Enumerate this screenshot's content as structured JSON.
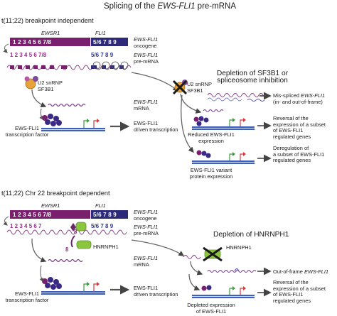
{
  "title_prefix": "Splicing of the ",
  "title_gene": "EWS-FLI1",
  "title_suffix": " pre-mRNA",
  "section1": {
    "label": "t(11;22) breakpoint independent"
  },
  "section2": {
    "label": "t(11;22) Chr 22 breakpoint dependent"
  },
  "genes": {
    "ewsr1": "EWSR1",
    "fli1": "FLI1"
  },
  "exons": {
    "ews_bar": "1 2 3 4 5 6 7/8",
    "fli_bar": "5/6 7 8 9",
    "ews_pre": "1 2 3 4 5 6 7/8",
    "fli_pre": "5/6 7 8 9",
    "ews_pre2": "1 2 3 4 5 6 7",
    "fli_pre2": "5/6 7 8 9",
    "ex8": "8"
  },
  "labels": {
    "oncogene_gene": "EWS-FLI1",
    "oncogene": "oncogene",
    "premrna_gene": "EWS-FLI1",
    "premrna": "pre-mRNA",
    "mrna_gene": "EWS-FLI1",
    "mrna": "mRNA",
    "tf_line1": "EWS-FLI1",
    "tf_line2": "transcription factor",
    "driven_line1": "EWS-FLI1",
    "driven_line2": "driven transcription",
    "u2_line1": "U2 snRNP",
    "u2_line2": "SF3B1",
    "u2x_line1": "U2 snRNP",
    "u2x_line2": "SF3B1",
    "hnrnph1": "HNRNPH1",
    "hnrnph1_x": "HNRNPH1"
  },
  "panel1": {
    "heading_line1": "Depletion of SF3B1 or",
    "heading_line2": "spliceosome inhibition",
    "missplice_line1": "Mis-spliced ",
    "missplice_gene": "EWS-FLI1",
    "missplice_line2": "(in- and out-of-frame)",
    "reduced_line1": "Reduced EWS-FLI1",
    "reduced_line2": "expression",
    "variant_line1": "EWS-FLI1 variant",
    "variant_line2": "protein expression",
    "reversal_line1": "Reversal of the",
    "reversal_line2": "expression of a subset",
    "reversal_line3": "of EWS-FLI1",
    "reversal_line4": "regulated genes",
    "dereg_line1": "Deregulation of",
    "dereg_line2": "a subset of EWS-FLI1",
    "dereg_line3": "regulated genes"
  },
  "panel2": {
    "heading": "Depletion of HNRNPH1",
    "outframe_prefix": "Out-of-frame ",
    "outframe_gene": "EWS-FLI1",
    "depleted_line1": "Depleted expression",
    "depleted_line2": "of EWS-FLI1",
    "reversal_line1": "Reversal of the",
    "reversal_line2": "expression of a subset",
    "reversal_line3": "of EWS-FLI1",
    "reversal_line4": "regulated genes"
  },
  "colors": {
    "ewsr1": "#7a1f6e",
    "fli1": "#2e2a7a",
    "purple_text": "#9b2f8c",
    "blue_text": "#2e3a9a",
    "hnrnph1_green": "#8cc63f",
    "sf3b1_orange": "#e8a23a"
  }
}
